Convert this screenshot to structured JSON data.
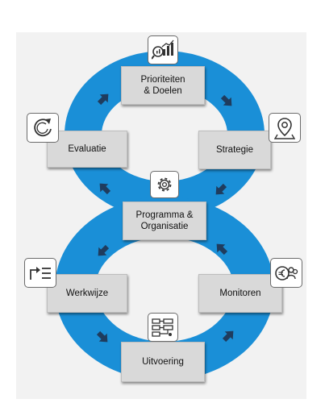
{
  "stages": {
    "prioriteiten": "Prioriteiten\n& Doelen",
    "strategie": "Strategie",
    "evaluatie": "Evaluatie",
    "programma": "Programma &\nOrganisatie",
    "werkwijze": "Werkwijze",
    "monitoren": "Monitoren",
    "uitvoering": "Uitvoering"
  },
  "colors": {
    "loop": "#1a8fd7",
    "arrow": "#1f3c5e",
    "box": "#d9d9d9",
    "background": "#f2f2f2"
  },
  "icons": {
    "prioriteiten": "analytics-icon",
    "strategie": "location-pin-icon",
    "evaluatie": "refresh-cycle-icon",
    "programma": "gear-icon",
    "werkwijze": "process-list-icon",
    "monitoren": "euro-people-icon",
    "uitvoering": "workflow-icon"
  }
}
